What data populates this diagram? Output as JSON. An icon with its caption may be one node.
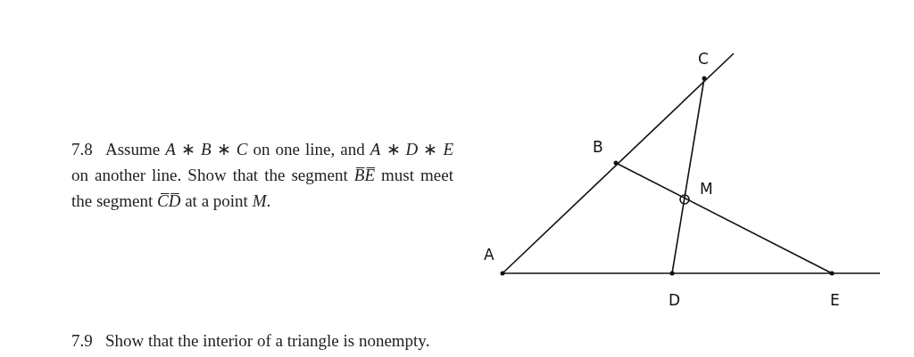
{
  "diagram": {
    "labels": [
      "7.8",
      "Assume *A* ∗ *B* ∗ *C* on one line, and *A* ∗ *D* ∗ *E* on another line. Show that the segment *B̅E̅* must meet the segment *C̅D̅* at a point *M*.",
      "7.9",
      "Show that the interior of a triangle is nonempty.",
      "C",
      "B",
      "M",
      "A",
      "D",
      "E"
    ]
  }
}
